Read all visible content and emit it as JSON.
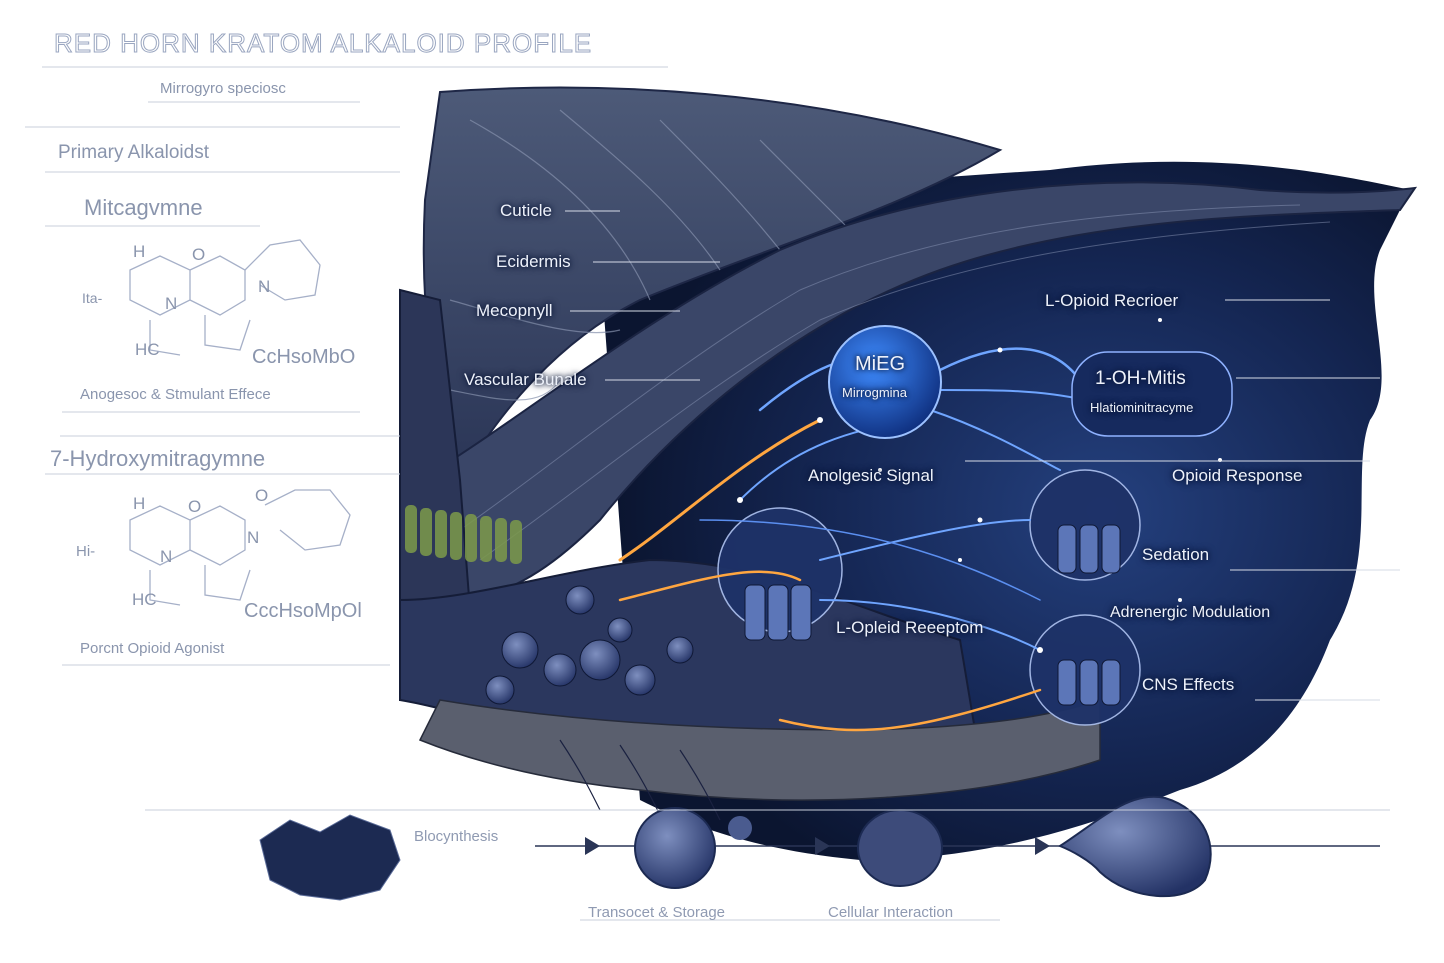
{
  "header": {
    "title": "RED HORN KRATOM ALKALOID PROFILE",
    "species": "Mirrogyro speciosc"
  },
  "sidebar": {
    "section_title": "Primary Alkaloidst",
    "compound1": {
      "name": "Mitcagvmne",
      "atoms": [
        "H",
        "O",
        "N",
        "N",
        "HC",
        "Ita-"
      ],
      "formula": "CcHsoMbO",
      "effect": "Anogesoc & Stmulant Effece"
    },
    "compound2": {
      "name": "7-Hydroxymitragymne",
      "atoms": [
        "H",
        "O",
        "O",
        "N",
        "N",
        "HC",
        "Hi-"
      ],
      "formula": "CccHsoMpOl",
      "effect": "Porcnt Opioid Agonist"
    }
  },
  "leaf_layers": {
    "cuticle": "Cuticle",
    "epidermis": "Ecidermis",
    "mesophyll": "Mecopnyll",
    "vascular": "Vascular Bunale"
  },
  "pathway": {
    "mieg_title": "MiEG",
    "mieg_sub": "Mirrogmina",
    "oh_title": "1-OH-Mitis",
    "oh_sub": "Hlatiominitracyme",
    "opioid_receptor_top": "L-Opioid Recrioer",
    "analgesic_signal": "Anolgesic Signal",
    "opioid_response": "Opioid Response",
    "sedation": "Sedation",
    "opioid_receptor_bottom": "L-Opleid Reeeptom",
    "adrenergic": "Adrenergic Modulation",
    "cns": "CNS Effects"
  },
  "footer": {
    "biosynthesis": "Blocynthesis",
    "transport": "Transocet & Storage",
    "cellular": "Cellular Interaction"
  },
  "colors": {
    "navy": "#1c2a52",
    "glow_blue": "#3c7bff",
    "glow_orange": "#ffa640",
    "sketch": "#9aa6c0"
  }
}
